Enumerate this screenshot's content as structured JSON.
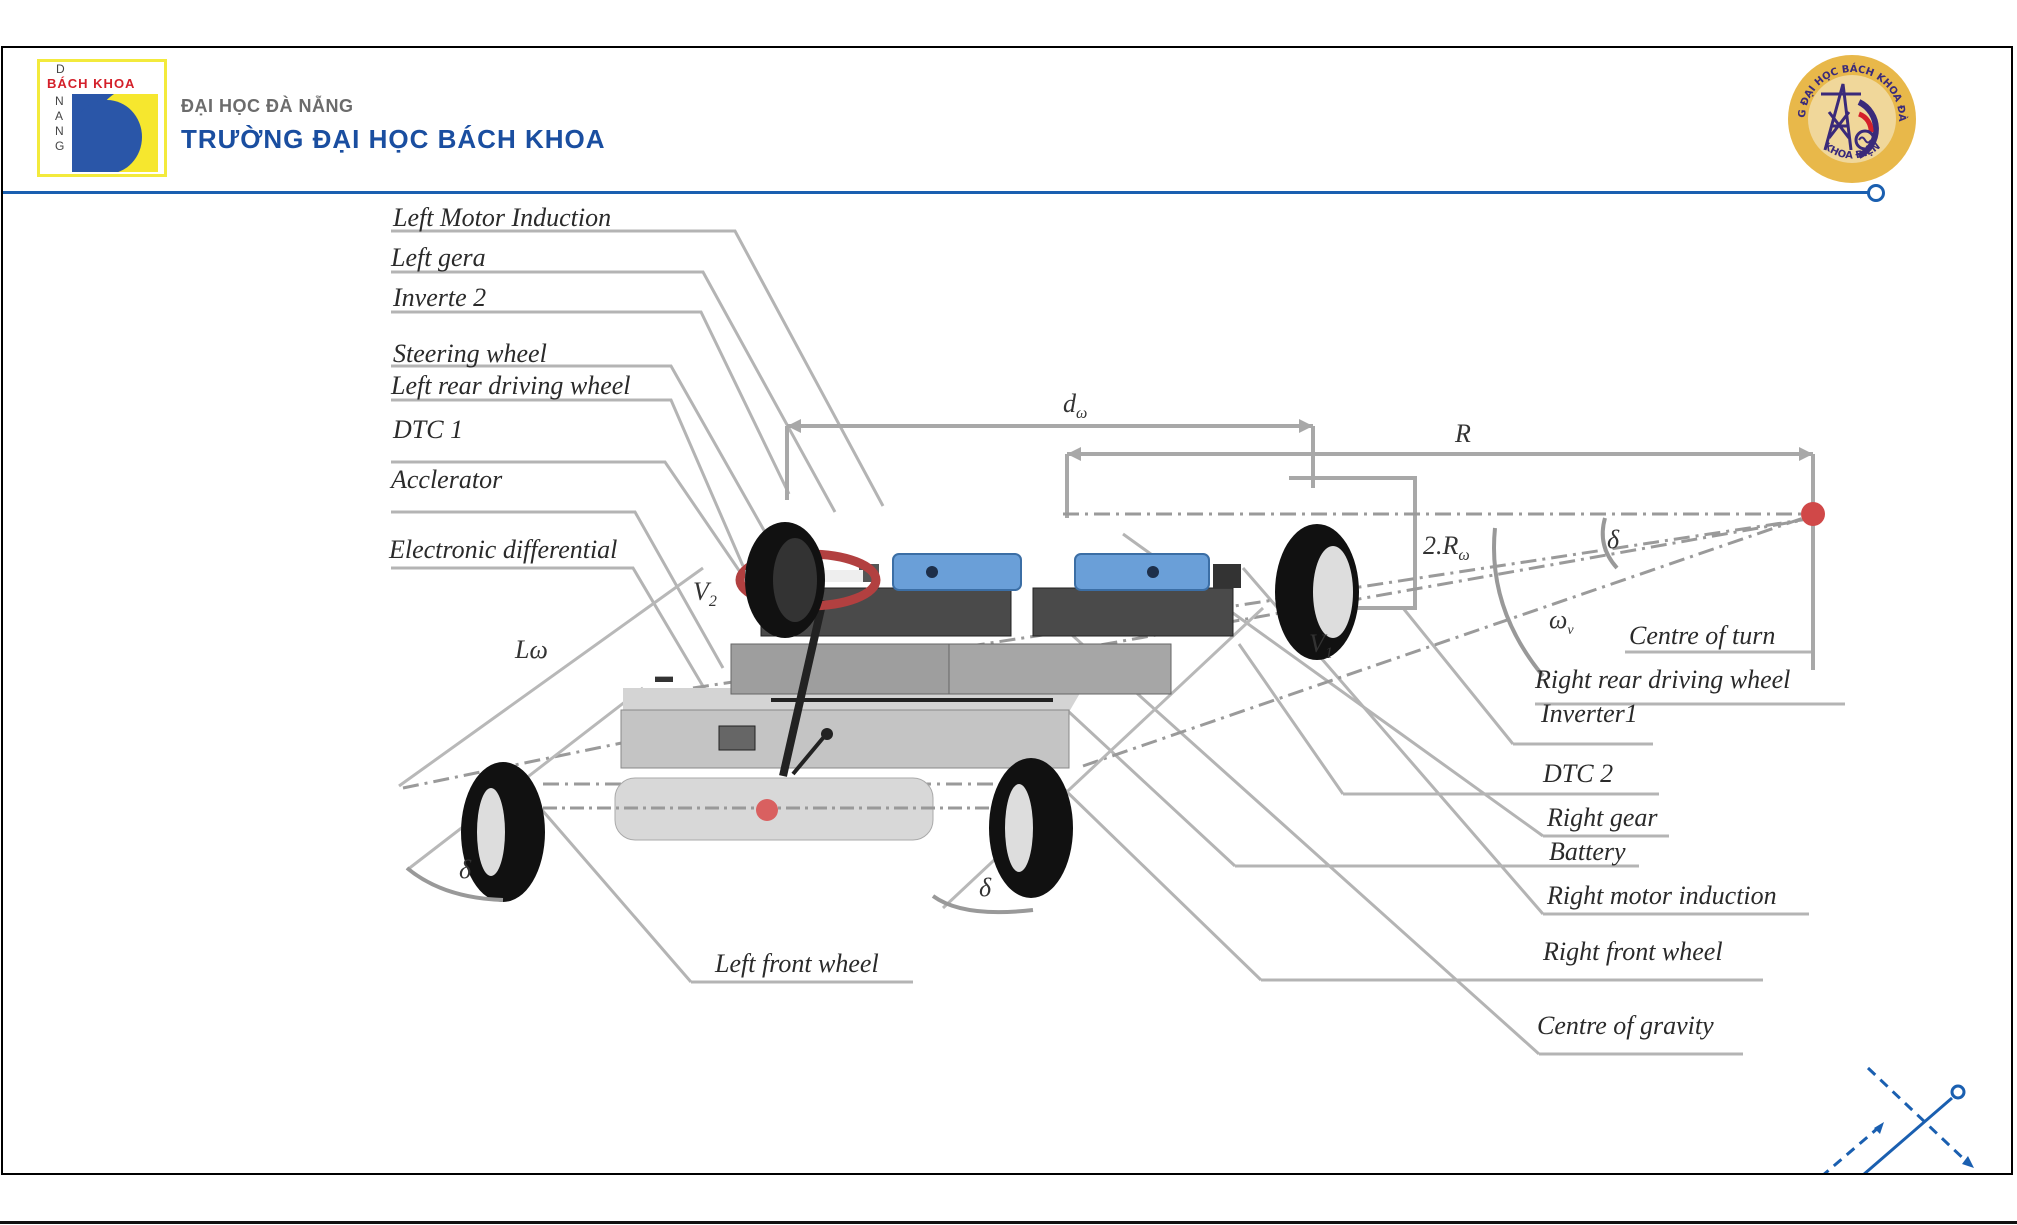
{
  "header": {
    "logo": {
      "top_letter": "D",
      "brand": "BÁCH KHOA",
      "vertical_letters": [
        "N",
        "A",
        "N",
        "G"
      ]
    },
    "university_subtitle": "ĐẠI HỌC ĐÀ NẴNG",
    "university_title": "TRƯỜNG ĐẠI HỌC BÁCH KHOA",
    "seal": {
      "top_text": "TRƯỜNG ĐẠI HỌC BÁCH KHOA ĐÀ NẴNG",
      "bottom_text": "KHOA ĐIỆN"
    },
    "accent_color": "#1a5fb0"
  },
  "diagram": {
    "left_labels": [
      "Left Motor Induction",
      "Left gera",
      "Inverte  2",
      "Steering wheel",
      "Left  rear  driving  wheel",
      "DTC 1",
      "Acclerator",
      "Electronic differential"
    ],
    "right_labels": [
      "Centre of  turn",
      "Right  rear  driving  wheel",
      "Inverter1",
      "DTC 2",
      "Right gear",
      "Battery",
      "Right motor  induction",
      "Right  front  wheel",
      "Centre of  gravity"
    ],
    "bottom_label": "Left  front  wheel",
    "symbols": {
      "d_omega": "d",
      "d_omega_sub": "ω",
      "R": "R",
      "two_R": "2.R",
      "two_R_sub": "ω",
      "delta": "δ",
      "omega_v": "ω",
      "omega_v_sub": "v",
      "V1": "V",
      "V1_sub": "1",
      "V2": "V",
      "V2_sub": "2",
      "L_omega": "Lω"
    }
  }
}
